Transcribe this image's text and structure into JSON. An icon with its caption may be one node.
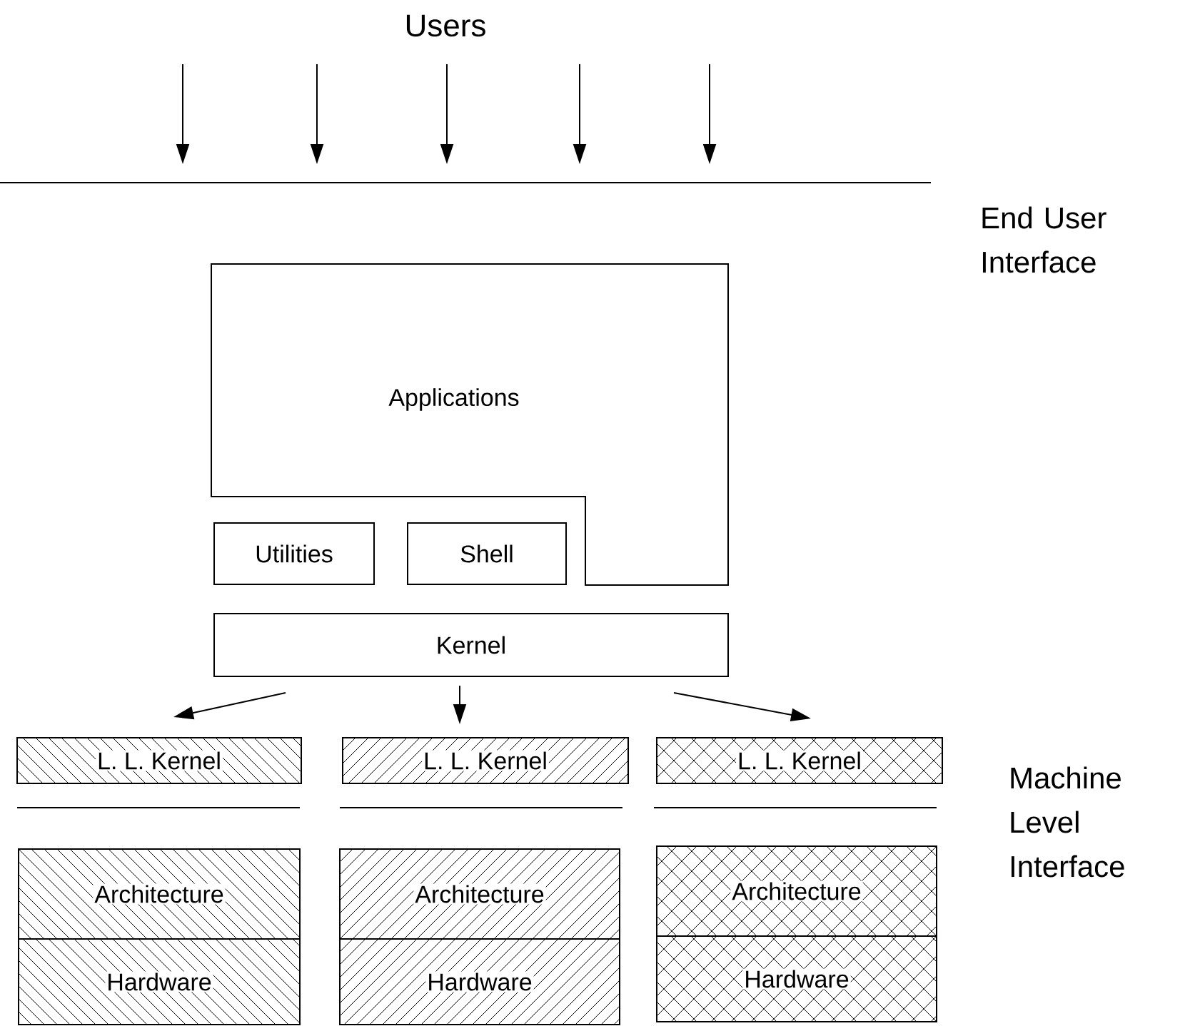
{
  "diagram": {
    "nodes": [
      {
        "text": [
          "Users"
        ]
      },
      {
        "text": [
          "Applications"
        ]
      },
      {
        "text": [
          "Utilities"
        ]
      },
      {
        "text": [
          "Shell"
        ]
      },
      {
        "text": [
          "Kernel"
        ]
      },
      {
        "text": [
          "L. L. Kernel"
        ]
      },
      {
        "text": [
          "L. L. Kernel"
        ]
      },
      {
        "text": [
          "L. L. Kernel"
        ]
      },
      {
        "text": [
          "Architecture"
        ]
      },
      {
        "text": [
          "Architecture"
        ]
      },
      {
        "text": [
          "Architecture"
        ]
      },
      {
        "text": [
          "Hardware"
        ]
      },
      {
        "text": [
          "Hardware"
        ]
      },
      {
        "text": [
          "Hardware"
        ]
      }
    ],
    "edges": [
      {
        "from": 4,
        "to": 5,
        "arrow": "to"
      },
      {
        "from": 4,
        "to": 6,
        "arrow": "to"
      },
      {
        "from": 4,
        "to": 7,
        "arrow": "to"
      }
    ],
    "labels": [
      "End User Interface",
      "Machine Level Interface"
    ]
  }
}
